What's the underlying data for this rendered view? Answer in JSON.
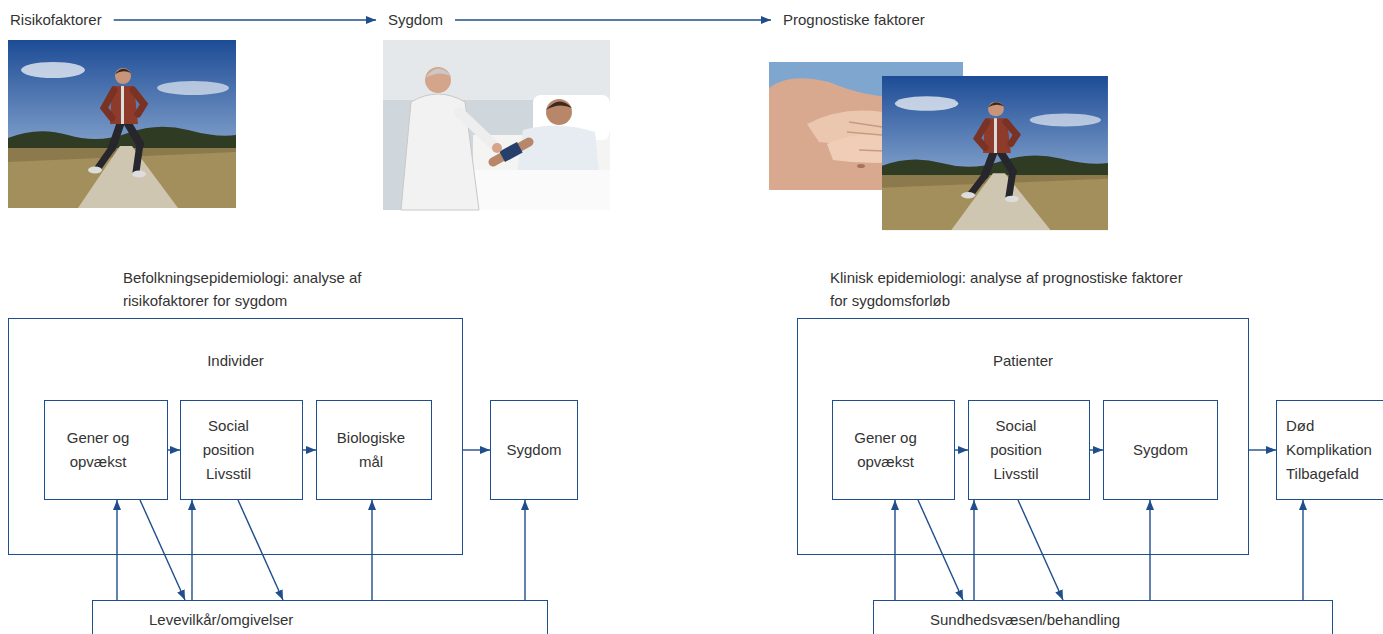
{
  "diagram": {
    "nodes": [
      {
        "text": [
          "Risikofaktorer"
        ]
      },
      {
        "text": [
          "Sygdom"
        ]
      },
      {
        "text": [
          "Prognostiske faktorer"
        ]
      },
      {
        "text": [
          "Befolkningsepidemiologi: analyse af risikofaktorer for sygdom",
          "Individer"
        ]
      },
      {
        "text": [
          "Gener og opvækst"
        ],
        "in": 3
      },
      {
        "text": [
          "Social position",
          "Livsstil"
        ],
        "in": 3
      },
      {
        "text": [
          "Biologiske mål"
        ],
        "in": 3
      },
      {
        "text": [
          "Sygdom"
        ]
      },
      {
        "text": [
          "Levevilkår/omgivelser"
        ]
      },
      {
        "text": [
          "Klinisk epidemiologi: analyse af prognostiske faktorer for sygdomsforløb",
          "Patienter"
        ]
      },
      {
        "text": [
          "Gener og opvækst"
        ],
        "in": 9
      },
      {
        "text": [
          "Social position",
          "Livsstil"
        ],
        "in": 9
      },
      {
        "text": [
          "Sygdom"
        ],
        "in": 9
      },
      {
        "text": [
          "Død",
          "Komplikation",
          "Tilbagefald"
        ]
      },
      {
        "text": [
          "Sundhedsvæsen/behandling"
        ]
      }
    ],
    "edges": [
      {
        "from": 0,
        "to": 1,
        "arrow": "to"
      },
      {
        "from": 1,
        "to": 2,
        "arrow": "to"
      },
      {
        "from": 4,
        "to": 5,
        "arrow": "to"
      },
      {
        "from": 5,
        "to": 6,
        "arrow": "to"
      },
      {
        "from": 3,
        "to": 7,
        "arrow": "to"
      },
      {
        "from": 8,
        "to": 4,
        "arrow": "to"
      },
      {
        "from": 8,
        "to": 5,
        "arrow": "to"
      },
      {
        "from": 8,
        "to": 6,
        "arrow": "to"
      },
      {
        "from": 8,
        "to": 7,
        "arrow": "to"
      },
      {
        "from": 4,
        "to": 8,
        "arrow": "to"
      },
      {
        "from": 5,
        "to": 8,
        "arrow": "to"
      },
      {
        "from": 10,
        "to": 11,
        "arrow": "to"
      },
      {
        "from": 11,
        "to": 12,
        "arrow": "to"
      },
      {
        "from": 9,
        "to": 13,
        "arrow": "to"
      },
      {
        "from": 14,
        "to": 10,
        "arrow": "to"
      },
      {
        "from": 14,
        "to": 11,
        "arrow": "to"
      },
      {
        "from": 14,
        "to": 12,
        "arrow": "to"
      },
      {
        "from": 14,
        "to": 13,
        "arrow": "to"
      },
      {
        "from": 10,
        "to": 14,
        "arrow": "to"
      },
      {
        "from": 11,
        "to": 14,
        "arrow": "to"
      }
    ]
  }
}
